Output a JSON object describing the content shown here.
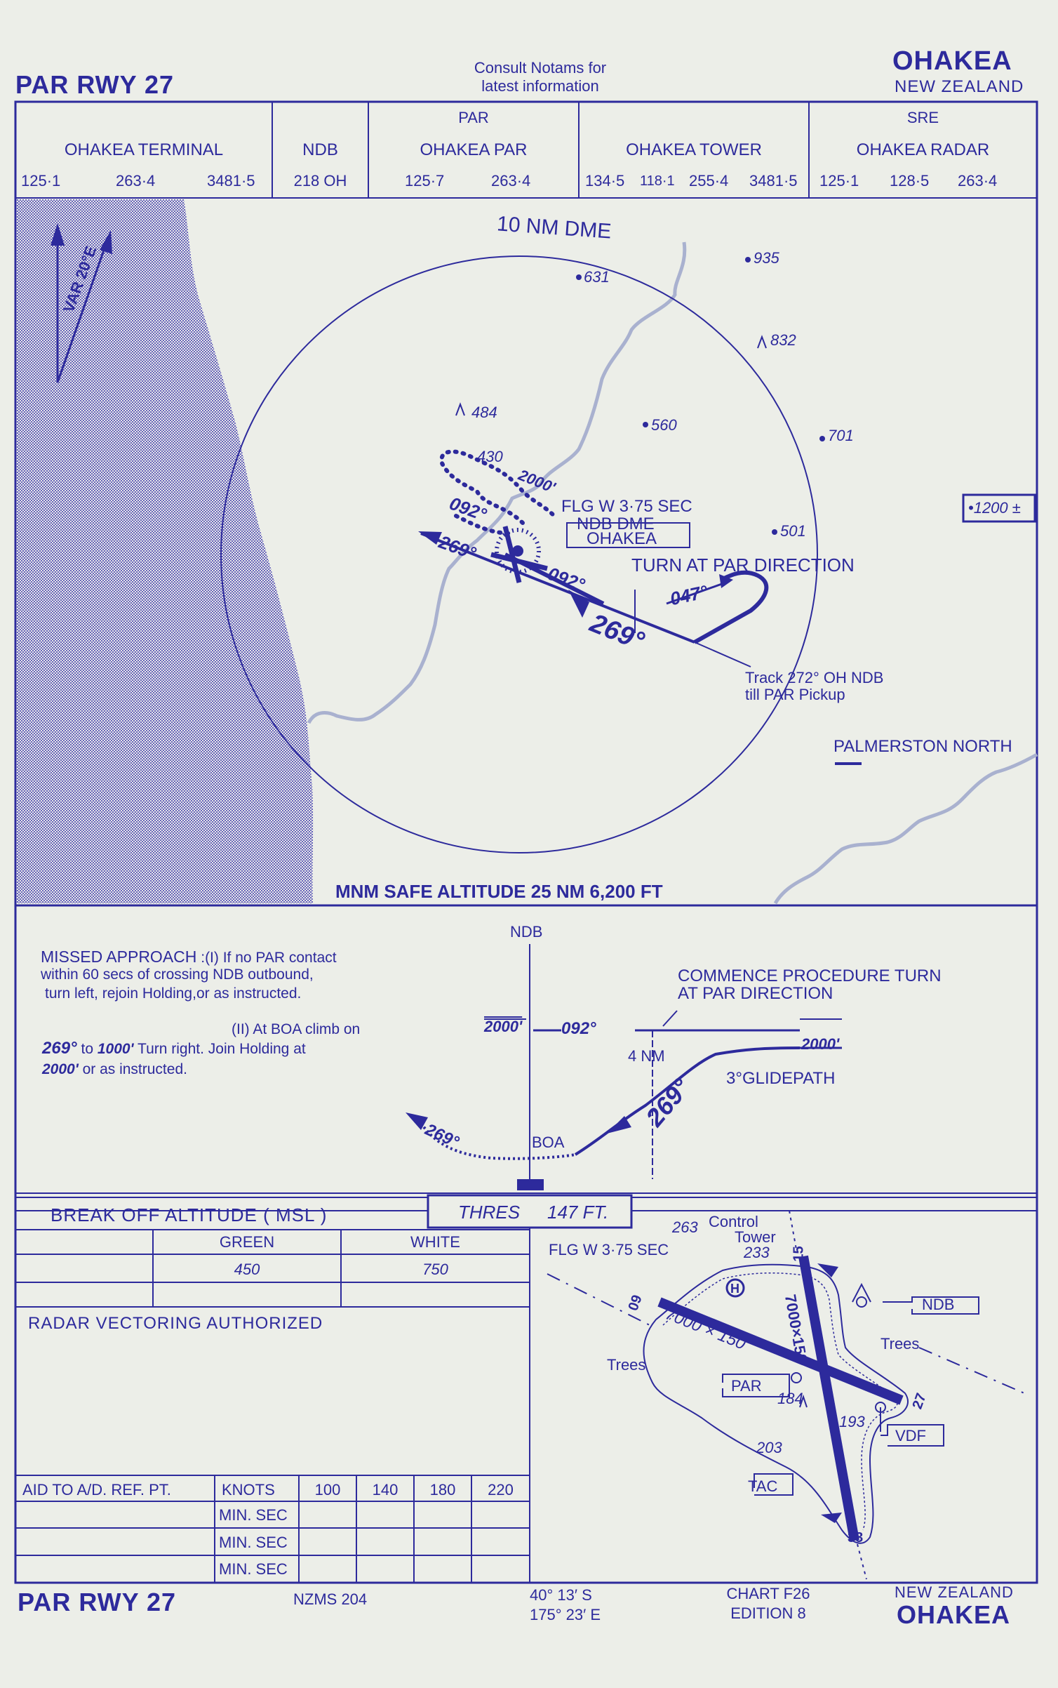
{
  "header": {
    "title": "PAR RWY 27",
    "notams_line1": "Consult Notams for",
    "notams_line2": "latest information",
    "airport": "OHAKEA",
    "country": "NEW ZEALAND"
  },
  "frequencies": {
    "terminal": {
      "label": "OHAKEA TERMINAL",
      "f1": "125·1",
      "f2": "263·4",
      "f3": "3481·5"
    },
    "ndb": {
      "label": "NDB",
      "value": "218 OH"
    },
    "par": {
      "sup": "PAR",
      "label": "OHAKEA PAR",
      "f1": "125·7",
      "f2": "263·4"
    },
    "tower": {
      "label": "OHAKEA TOWER",
      "f1": "134·5",
      "f2": "118·1",
      "f3": "255·4",
      "f4": "3481·5"
    },
    "sre": {
      "sup": "SRE",
      "label": "OHAKEA RADAR",
      "f1": "125·1",
      "f2": "128·5",
      "f3": "263·4"
    }
  },
  "plan": {
    "dme_ring": "10 NM DME",
    "var": "VAR 20°E",
    "spot_631": "631",
    "spot_935": "935",
    "spot_832": "832",
    "spot_484": "484",
    "spot_560": "560",
    "spot_701": "701",
    "spot_430": "430",
    "spot_501": "501",
    "hold_alt": "2000'",
    "flg": "FLG W 3·75 SEC",
    "ndb_dme": "NDB  DME",
    "ohakea": "OHAKEA",
    "inbound_092": "092°",
    "outbound_269": "269°",
    "brg_092b": "092°",
    "turn_par": "TURN AT PAR DIRECTION",
    "brg_047": "047°",
    "big_269": "269°",
    "track1": "Track  272°  OH  NDB",
    "track2": "till PAR   Pickup",
    "palmerston": "PALMERSTON NORTH",
    "box_1200": "•1200 ±",
    "msa": "MNM SAFE ALTITUDE  25 NM   6,200  FT"
  },
  "profile": {
    "ndb": "NDB",
    "missed_title": "MISSED APPROACH",
    "missed_1a": ":(I) If no PAR contact",
    "missed_1b": "within 60 secs of crossing NDB outbound,",
    "missed_1c": "turn left, rejoin  Holding,or as instructed.",
    "missed_2a": "(II) At BOA climb on",
    "missed_2b_brg": "269°",
    "missed_2b_to": "to",
    "missed_2b_alt": "1000'",
    "missed_2b_rest": "Turn right. Join Holding at",
    "missed_2c_alt": "2000'",
    "missed_2c_rest": "or as instructed.",
    "alt_left": "2000'",
    "brg_092": "092°",
    "commence1": "COMMENCE PROCEDURE TURN",
    "commence2": "AT PAR DIRECTION",
    "alt_right": "2000'",
    "four_nm": "4 NM",
    "big_269": "269°",
    "glidepath": "3°GLIDEPATH",
    "brg_269_left": "269°",
    "boa": "BOA"
  },
  "minima": {
    "boa_title": "BREAK OFF ALTITUDE  ( MSL )",
    "thres_label": "THRES",
    "thres_value": "147 FT.",
    "green": "GREEN",
    "white": "WHITE",
    "green_val": "450",
    "white_val": "750",
    "radar_vectoring": "RADAR  VECTORING  AUTHORIZED",
    "aid_label": "AID TO A/D. REF. PT.",
    "knots": "KNOTS",
    "speeds": [
      "100",
      "140",
      "180",
      "220"
    ],
    "min_sec": [
      "MIN. SEC",
      "MIN. SEC",
      "MIN. SEC"
    ]
  },
  "aerodrome": {
    "elev_263": "263",
    "control_tower1": "Control",
    "control_tower2": "Tower",
    "tower_233": "233",
    "flg": "FLG W 3·75 SEC",
    "rwy_15": "15",
    "rwy_09": "09",
    "rwy_27": "27",
    "rwy_33": "33",
    "rwy_main": "7000 × 150",
    "rwy_cross": "7000×150",
    "ndb": "NDB",
    "trees_r": "Trees",
    "trees_l": "Trees",
    "par": "PAR",
    "spot_184": "184",
    "spot_193": "193",
    "spot_203": "203",
    "tac": "TAC",
    "vdf": "VDF"
  },
  "footer": {
    "title": "PAR RWY 27",
    "nzms": "NZMS 204",
    "lat": "40° 13′ S",
    "lon": "175° 23′ E",
    "chart": "CHART F26",
    "edition": "EDITION 8",
    "country": "NEW ZEALAND",
    "airport": "OHAKEA"
  }
}
